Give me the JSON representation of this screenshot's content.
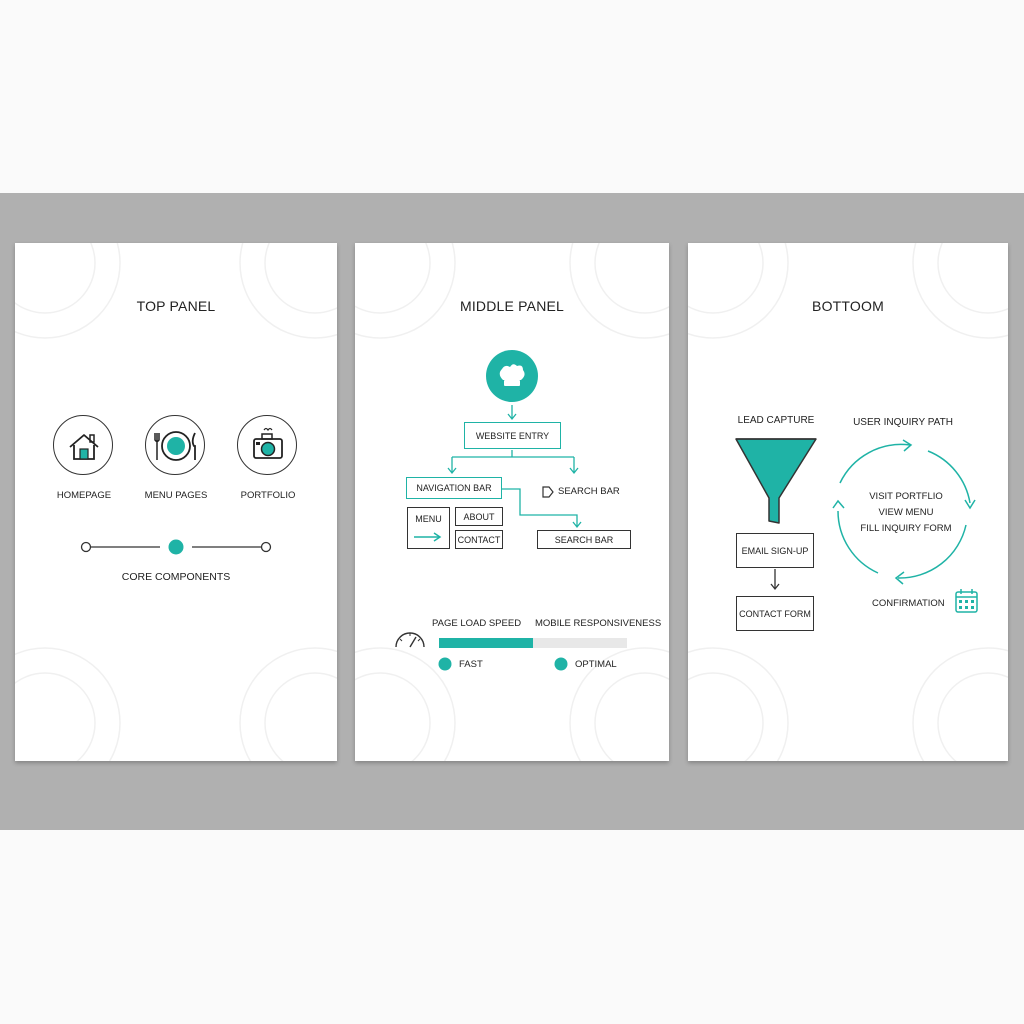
{
  "colors": {
    "accent": "#1fb3a6",
    "line": "#333333",
    "band": "#b0b0b0"
  },
  "panels": {
    "top": {
      "title": "TOP PANEL",
      "items": [
        {
          "label": "HOMEPAGE",
          "icon": "house-icon"
        },
        {
          "label": "MENU PAGES",
          "icon": "plate-cutlery-icon"
        },
        {
          "label": "PORTFOLIO",
          "icon": "camera-icon"
        }
      ],
      "core_label": "CORE COMPONENTS"
    },
    "middle": {
      "title": "MIDDLE PANEL",
      "chef_icon": "chef-hat-icon",
      "website_entry": "WEBSITE ENTRY",
      "navigation_bar": "NAVIGATION BAR",
      "search_bar_tag": "SEARCH BAR",
      "menu": "MENU",
      "about": "ABOUT",
      "contact": "CONTACT",
      "search_bar_box": "SEARCH BAR",
      "page_load_speed": "PAGE LOAD SPEED",
      "mobile_responsiveness": "MOBILE RESPONSIVENESS",
      "speed_fill": 0.5,
      "fast": "FAST",
      "optimal": "OPTIMAL"
    },
    "bottom": {
      "title": "BOTTOOM",
      "lead_capture": "LEAD CAPTURE",
      "email_signup": "EMAIL SIGN-UP",
      "contact_form": "CONTACT FORM",
      "inquiry_path": "USER INQUIRY PATH",
      "cycle_steps": [
        "VISIT PORTFLIO",
        "VIEW MENU",
        "FILL INQUIRY FORM"
      ],
      "confirmation": "CONFIRMATION",
      "calendar_icon": "calendar-icon"
    }
  }
}
